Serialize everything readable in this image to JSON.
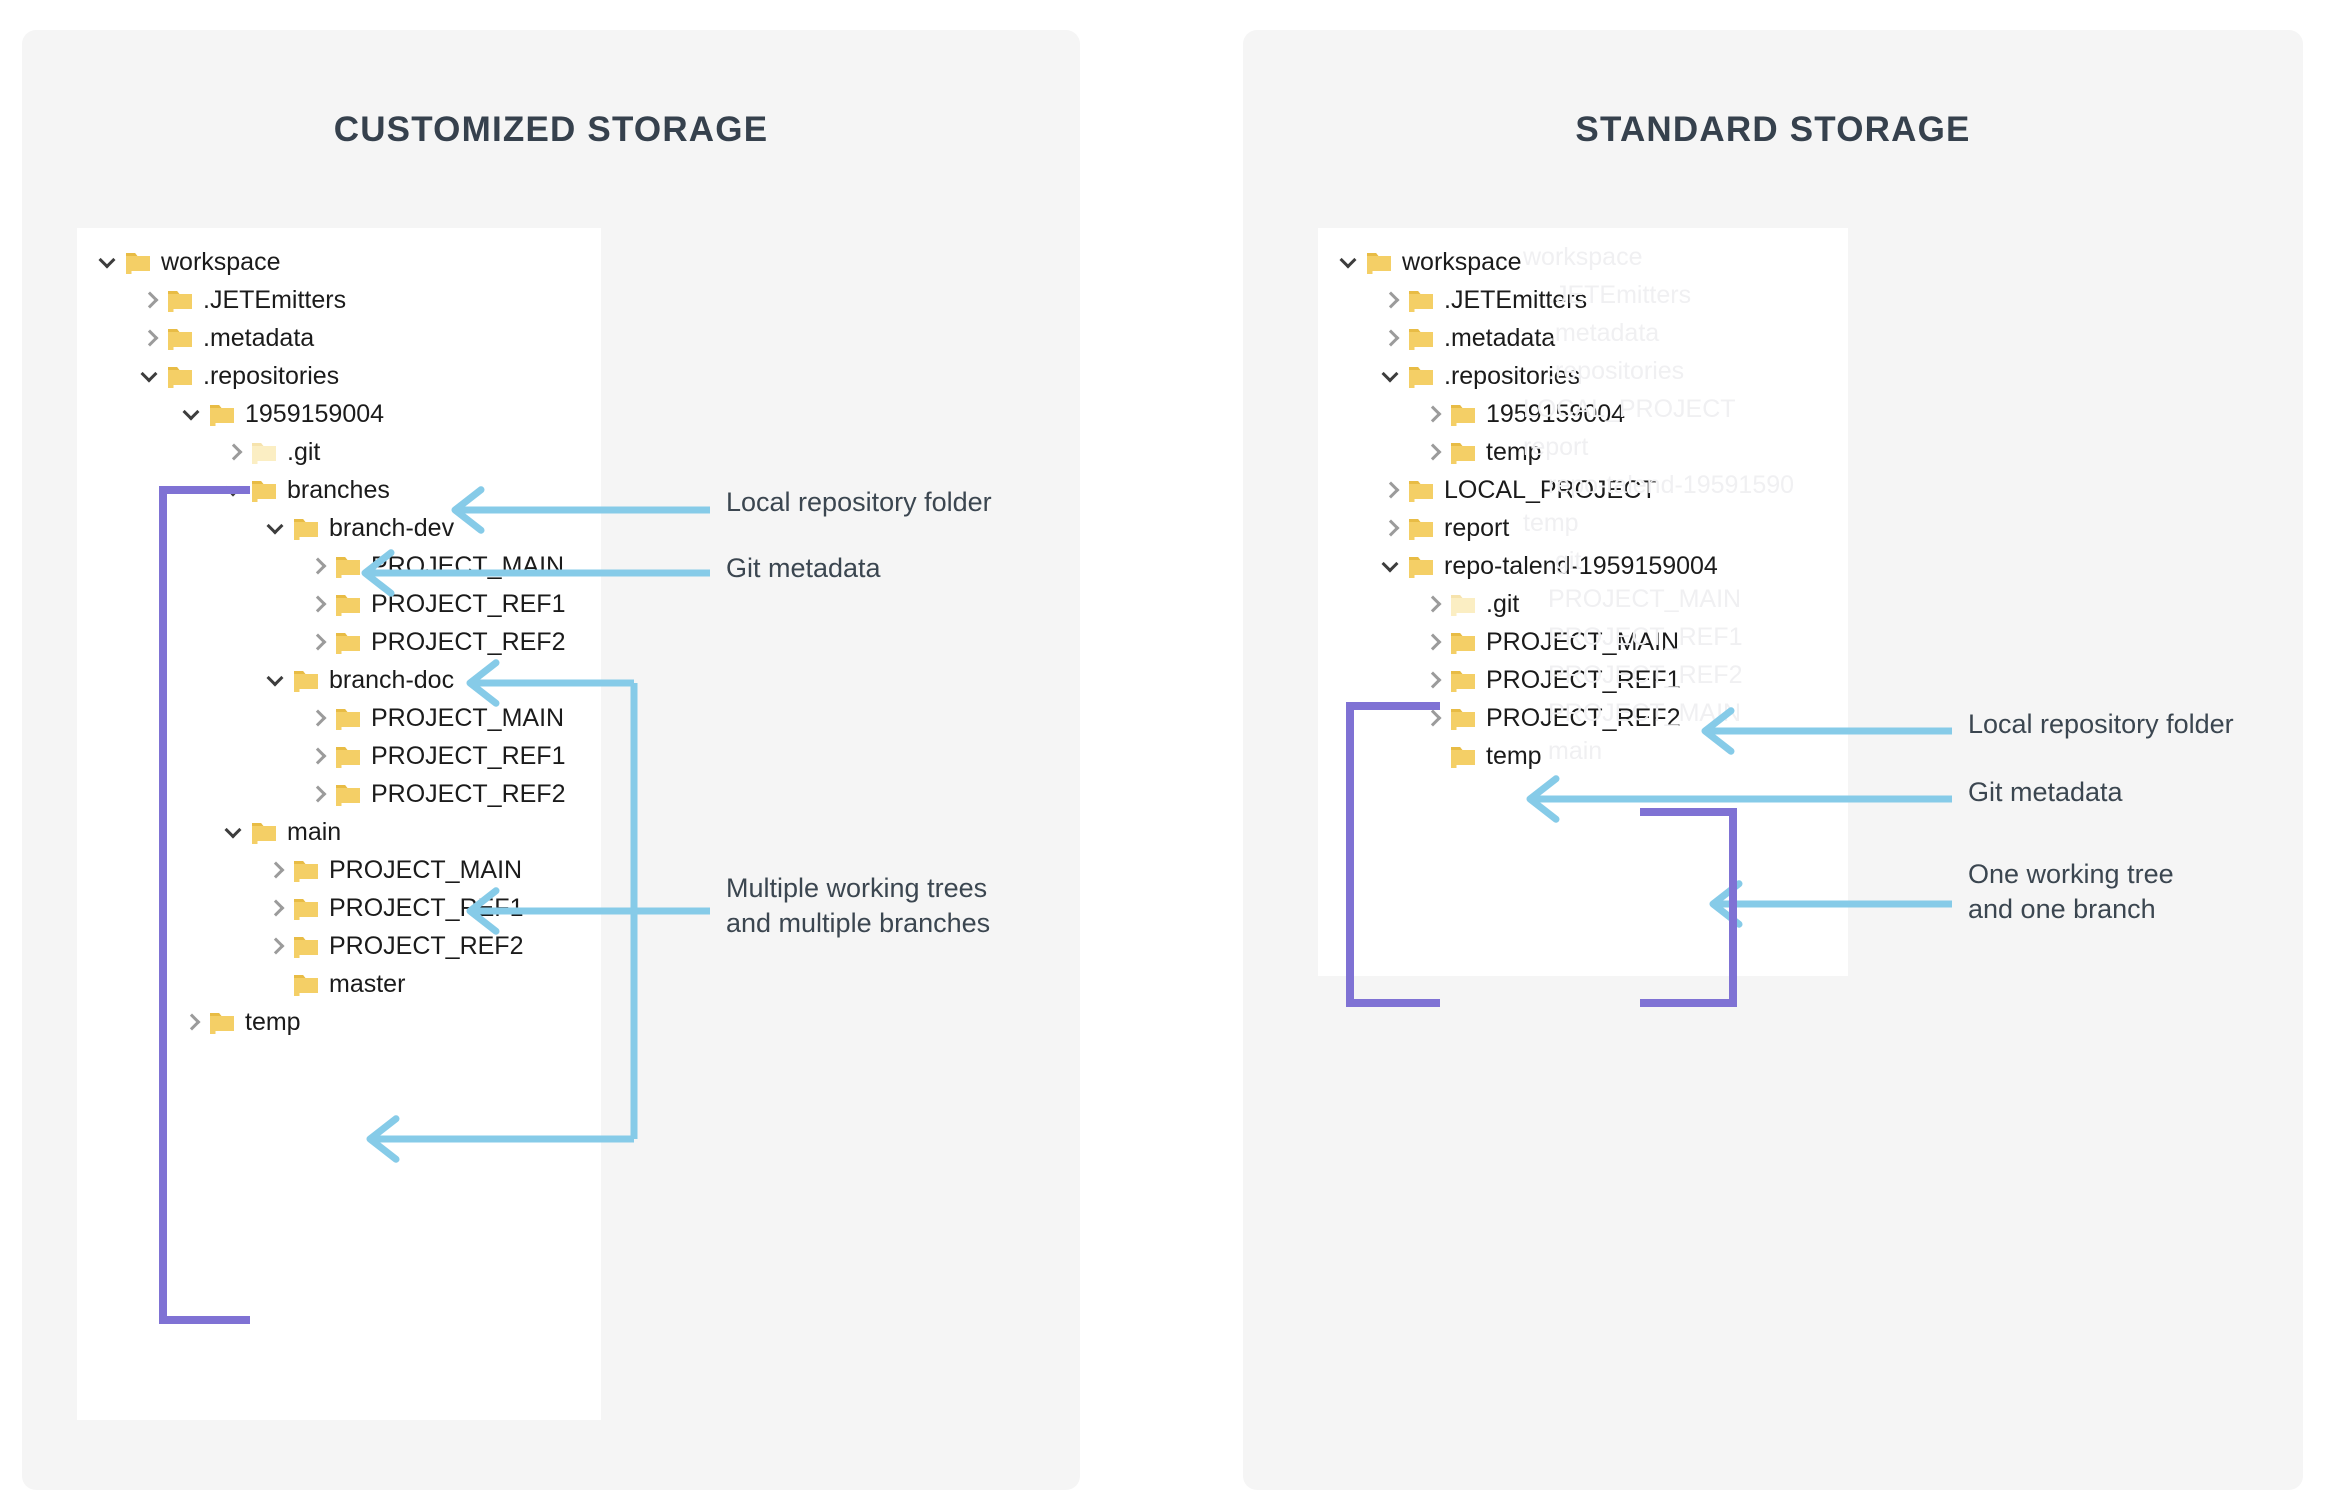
{
  "colors": {
    "card_bg": "#f5f5f5",
    "tree_bg": "#ffffff",
    "title": "#36414d",
    "arrow": "#86cbe8",
    "bracket": "#7f72d4",
    "folder": "#f4cf66",
    "folder_pale": "#fbeec3",
    "text": "#1b1b1b",
    "anno_text": "#3b4650",
    "chevron": "#9b9b9b"
  },
  "panels": [
    {
      "id": "customized",
      "title": "CUSTOMIZED STORAGE",
      "tree": [
        {
          "label": "workspace",
          "depth": 0,
          "chev": "down",
          "folder": "normal"
        },
        {
          "label": ".JETEmitters",
          "depth": 1,
          "chev": "right",
          "folder": "normal"
        },
        {
          "label": ".metadata",
          "depth": 1,
          "chev": "right",
          "folder": "normal"
        },
        {
          "label": ".repositories",
          "depth": 1,
          "chev": "down",
          "folder": "normal"
        },
        {
          "label": "1959159004",
          "depth": 2,
          "chev": "down",
          "folder": "normal"
        },
        {
          "label": ".git",
          "depth": 3,
          "chev": "right",
          "folder": "pale"
        },
        {
          "label": "branches",
          "depth": 3,
          "chev": "down",
          "folder": "normal"
        },
        {
          "label": "branch-dev",
          "depth": 4,
          "chev": "down",
          "folder": "normal"
        },
        {
          "label": "PROJECT_MAIN",
          "depth": 5,
          "chev": "right",
          "folder": "normal"
        },
        {
          "label": "PROJECT_REF1",
          "depth": 5,
          "chev": "right",
          "folder": "normal"
        },
        {
          "label": "PROJECT_REF2",
          "depth": 5,
          "chev": "right",
          "folder": "normal"
        },
        {
          "label": "branch-doc",
          "depth": 4,
          "chev": "down",
          "folder": "normal"
        },
        {
          "label": "PROJECT_MAIN",
          "depth": 5,
          "chev": "right",
          "folder": "normal"
        },
        {
          "label": "PROJECT_REF1",
          "depth": 5,
          "chev": "right",
          "folder": "normal"
        },
        {
          "label": "PROJECT_REF2",
          "depth": 5,
          "chev": "right",
          "folder": "normal"
        },
        {
          "label": "main",
          "depth": 3,
          "chev": "down",
          "folder": "normal"
        },
        {
          "label": "PROJECT_MAIN",
          "depth": 4,
          "chev": "right",
          "folder": "normal"
        },
        {
          "label": "PROJECT_REF1",
          "depth": 4,
          "chev": "right",
          "folder": "normal"
        },
        {
          "label": "PROJECT_REF2",
          "depth": 4,
          "chev": "right",
          "folder": "normal"
        },
        {
          "label": "master",
          "depth": 4,
          "chev": "none",
          "folder": "normal"
        },
        {
          "label": "temp",
          "depth": 2,
          "chev": "right",
          "folder": "normal"
        }
      ],
      "annotations": [
        {
          "id": "local-repo-folder",
          "text": "Local repository folder",
          "target": "1959159004"
        },
        {
          "id": "git-metadata",
          "text": "Git metadata",
          "target": ".git"
        },
        {
          "id": "multiple-trees",
          "text": "Multiple working trees\nand multiple branches",
          "target": "branch-dev / branch-doc / main"
        }
      ]
    },
    {
      "id": "standard",
      "title": "STANDARD STORAGE",
      "tree": [
        {
          "label": "workspace",
          "depth": 0,
          "chev": "down",
          "folder": "normal"
        },
        {
          "label": ".JETEmitters",
          "depth": 1,
          "chev": "right",
          "folder": "normal"
        },
        {
          "label": ".metadata",
          "depth": 1,
          "chev": "right",
          "folder": "normal"
        },
        {
          "label": ".repositories",
          "depth": 1,
          "chev": "down",
          "folder": "normal"
        },
        {
          "label": "1959159004",
          "depth": 2,
          "chev": "right",
          "folder": "normal"
        },
        {
          "label": "temp",
          "depth": 2,
          "chev": "right",
          "folder": "normal"
        },
        {
          "label": "LOCAL_PROJECT",
          "depth": 1,
          "chev": "right",
          "folder": "normal"
        },
        {
          "label": "report",
          "depth": 1,
          "chev": "right",
          "folder": "normal"
        },
        {
          "label": "repo-talend-1959159004",
          "depth": 1,
          "chev": "down",
          "folder": "normal"
        },
        {
          "label": ".git",
          "depth": 2,
          "chev": "right",
          "folder": "pale"
        },
        {
          "label": "PROJECT_MAIN",
          "depth": 2,
          "chev": "right",
          "folder": "normal"
        },
        {
          "label": "PROJECT_REF1",
          "depth": 2,
          "chev": "right",
          "folder": "normal"
        },
        {
          "label": "PROJECT_REF2",
          "depth": 2,
          "chev": "right",
          "folder": "normal"
        },
        {
          "label": "temp",
          "depth": 2,
          "chev": "none",
          "folder": "normal"
        }
      ],
      "annotations": [
        {
          "id": "local-repo-folder",
          "text": "Local repository folder",
          "target": "repo-talend-1959159004"
        },
        {
          "id": "git-metadata",
          "text": "Git metadata",
          "target": ".git"
        },
        {
          "id": "one-tree",
          "text": "One working tree\nand one branch",
          "target": "PROJECT_MAIN / PROJECT_REF1 / PROJECT_REF2"
        }
      ],
      "ghost_text": [
        "workspace",
        ".JETEmitters",
        ".metadata",
        ".repositories",
        "LOCAL_PROJECT",
        "report",
        "repo-talend-19591590",
        "temp",
        ".git",
        "PROJECT_MAIN",
        "PROJECT_REF1",
        "PROJECT_REF2",
        "main"
      ]
    }
  ]
}
